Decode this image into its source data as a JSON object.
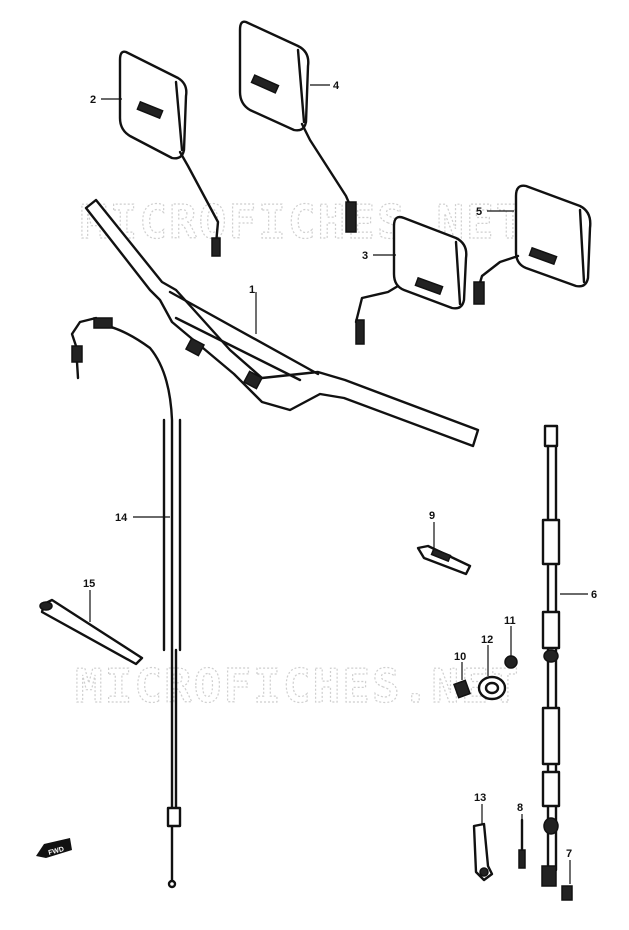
{
  "watermark": "MICROFICHES.NET",
  "forward_marker": "FWD",
  "callouts": {
    "c1": "1",
    "c2": "2",
    "c3": "3",
    "c4": "4",
    "c5": "5",
    "c6": "6",
    "c7": "7",
    "c8": "8",
    "c9": "9",
    "c10": "10",
    "c11": "11",
    "c12": "12",
    "c13": "13",
    "c14": "14",
    "c15": "15"
  }
}
